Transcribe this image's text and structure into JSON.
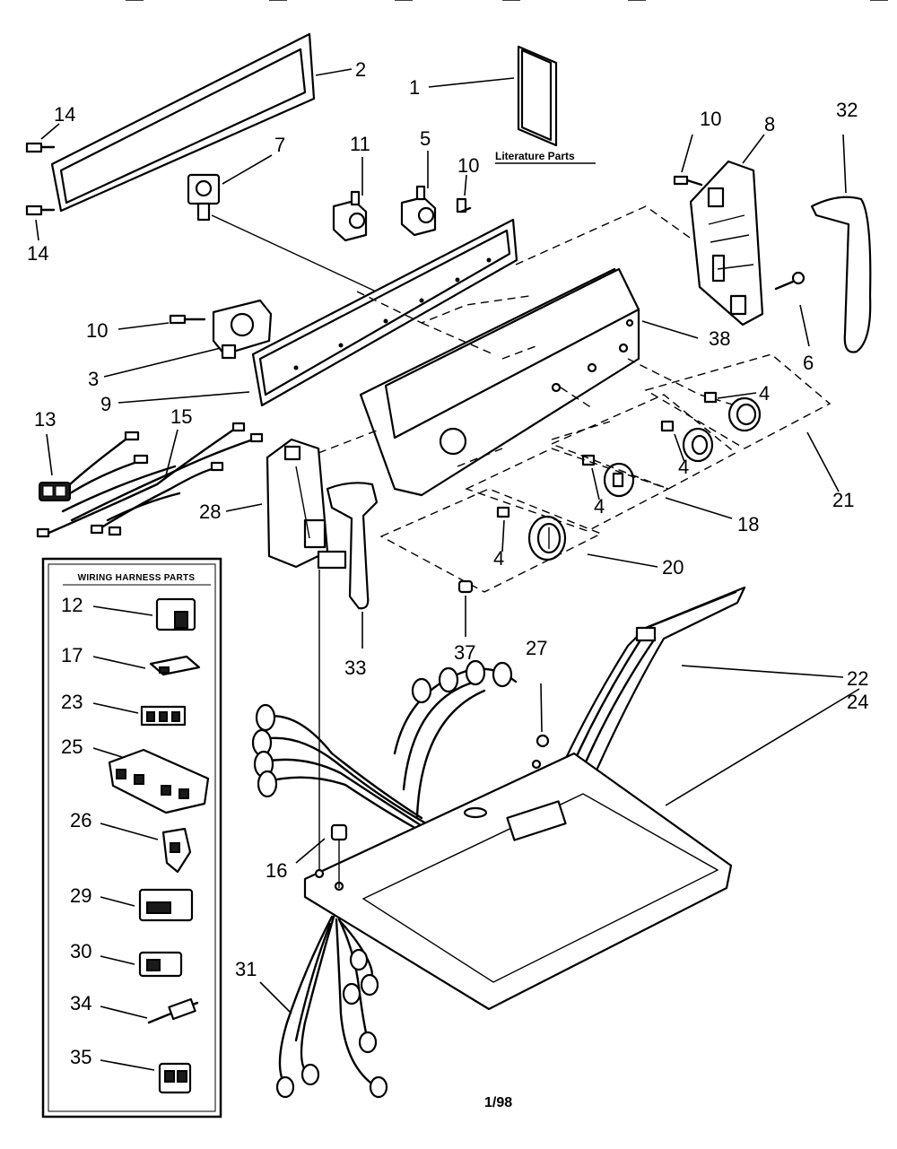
{
  "diagram": {
    "callouts": {
      "c1": "1",
      "c2": "2",
      "c3": "3",
      "c4a": "4",
      "c4b": "4",
      "c4c": "4",
      "c4d": "4",
      "c5": "5",
      "c6": "6",
      "c7": "7",
      "c8": "8",
      "c9": "9",
      "c10a": "10",
      "c10b": "10",
      "c10c": "10",
      "c11": "11",
      "c13": "13",
      "c14a": "14",
      "c14b": "14",
      "c15": "15",
      "c16": "16",
      "c18": "18",
      "c20": "20",
      "c21": "21",
      "c22": "22",
      "c24": "24",
      "c27": "27",
      "c28": "28",
      "c31": "31",
      "c32": "32",
      "c33": "33",
      "c37": "37",
      "c38": "38"
    },
    "literature_label": "Literature Parts",
    "harness_box": {
      "title": "WIRING HARNESS PARTS",
      "items": [
        "12",
        "17",
        "23",
        "25",
        "26",
        "29",
        "30",
        "34",
        "35"
      ]
    },
    "footer_date": "1/98"
  },
  "colors": {
    "ink": "#000000",
    "paper": "#ffffff"
  }
}
